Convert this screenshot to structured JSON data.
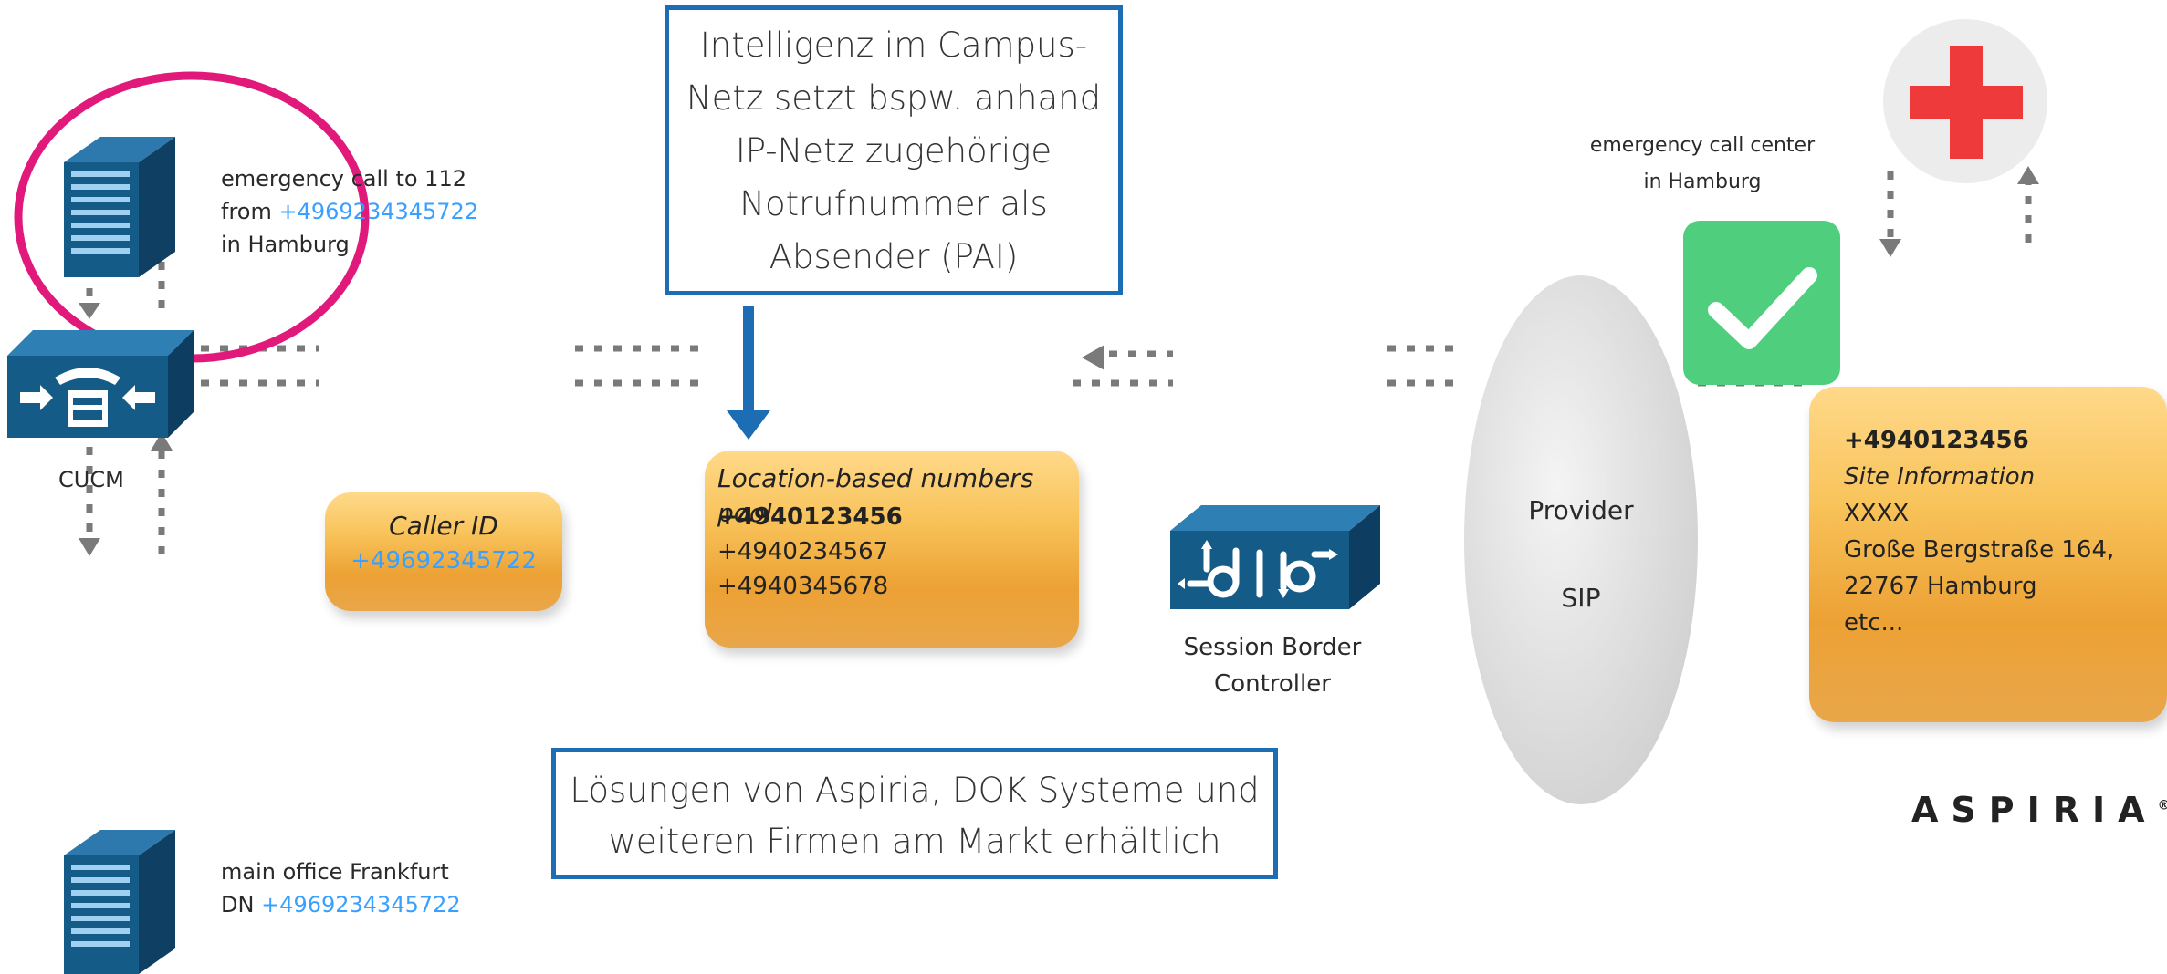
{
  "callout_top": {
    "lines": [
      "Intelligenz im Campus-",
      "Netz setzt bspw. anhand",
      "IP-Netz zugehörige",
      "Notrufnummer als",
      "Absender (PAI)"
    ]
  },
  "callout_bottom": {
    "lines": [
      "Lösungen von Aspiria, DOK Systeme und",
      "weiteren Firmen am Markt erhältlich"
    ]
  },
  "building_top": {
    "line1": "emergency call to 112",
    "line2_prefix": "from ",
    "line2_number": "+4969234345722",
    "line3": "in Hamburg"
  },
  "building_bottom": {
    "line1": "main office Frankfurt",
    "line2_prefix": "DN ",
    "line2_number": "+4969234345722"
  },
  "cucm": {
    "label": "CUCM"
  },
  "caller_id": {
    "title": "Caller ID",
    "number": "+49692345722"
  },
  "numbers_pool": {
    "title": "Location-based numbers pool",
    "numbers": [
      "+4940123456",
      "+4940234567",
      "+4940345678"
    ]
  },
  "sbc": {
    "line1": "Session Border",
    "line2": "Controller"
  },
  "provider": {
    "line1": "Provider",
    "line2": "SIP"
  },
  "call_center": {
    "line1": "emergency call center",
    "line2": "in Hamburg"
  },
  "site_box": {
    "number": "+4940123456",
    "title": "Site Information",
    "lines": [
      "XXXX",
      "Große Bergstraße 164,",
      "22767 Hamburg",
      "etc..."
    ]
  },
  "brand": {
    "name": "ASPIRIA",
    "mark": "®"
  },
  "colors": {
    "highlight_ring": "#e0197a",
    "frame_blue": "#1d6db5",
    "device_blue": "#155b87",
    "check_green": "#4fcf7e",
    "cross_red": "#ee3a3a",
    "number_red": "#ff2a1a",
    "number_blue": "#3aa0ff"
  },
  "icons": {
    "building": "office-building-icon",
    "phone_router": "cucm-phone-icon",
    "sbc": "session-border-controller-icon",
    "check": "check-mark-icon",
    "cross": "red-cross-icon"
  }
}
